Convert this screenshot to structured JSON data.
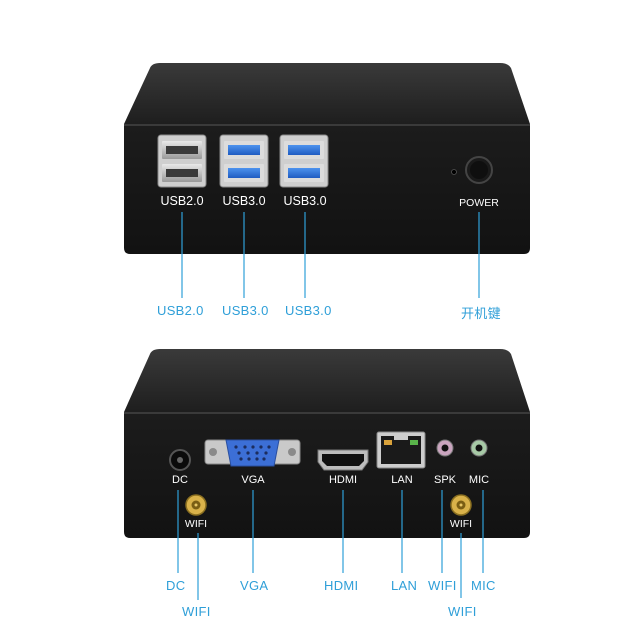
{
  "front_panel": {
    "labels": {
      "usb2": "USB2.0",
      "usb3_a": "USB3.0",
      "usb3_b": "USB3.0",
      "power": "POWER"
    }
  },
  "back_panel": {
    "labels": {
      "dc": "DC",
      "vga": "VGA",
      "hdmi": "HDMI",
      "lan": "LAN",
      "spk": "SPK",
      "mic": "MIC",
      "wifi_left": "WIFI",
      "wifi_right": "WIFI"
    }
  },
  "callouts_top": {
    "usb2": "USB2.0",
    "usb3_a": "USB3.0",
    "usb3_b": "USB3.0",
    "power": "开机键"
  },
  "callouts_bottom": {
    "dc": "DC",
    "vga": "VGA",
    "hdmi": "HDMI",
    "lan": "LAN",
    "wifi_right": "WIFI",
    "mic": "MIC",
    "wifi_left": "WIFI",
    "wifi_right_low": "WIFI"
  },
  "colors": {
    "callout": "#2f9fd8",
    "case": "#1b1b1b",
    "usb3_blue": "#2a6fd0",
    "vga_blue": "#3c6fd6"
  }
}
